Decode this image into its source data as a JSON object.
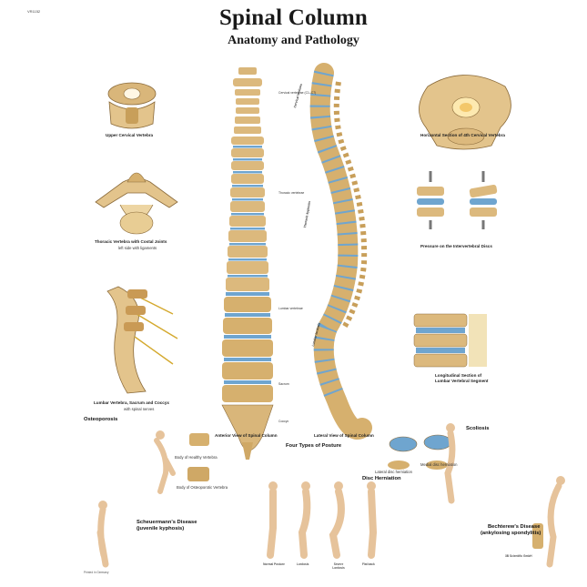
{
  "catalog": "VR1152",
  "title": "Spinal Column",
  "subtitle": "Anatomy and Pathology",
  "captions": {
    "upper_cervical": "Upper Cervical Vertebra",
    "thoracic_vertebra": "Thoracic Vertebra with Costal Joints",
    "thoracic_sub": "left side with ligaments",
    "lumbar_sacrum": "Lumbar Vertebra, Sacrum and Coccyx",
    "lumbar_sub": "with spinal nerves",
    "anterior": "Anterior View of Spinal Column",
    "lateral": "Lateral View of Spinal Column",
    "horizontal": "Horizontal Section of 4th Cervical Vertebra",
    "pressure": "Pressure on the Intervertebral Discs",
    "longitudinal": "Longitudinal Section of",
    "longitudinal2": "Lumbar Vertebral Segment",
    "healthy": "Body of Healthy Vertebra",
    "osteoporotic": "Body of Osteoporotic Vertebra",
    "lateral_disc": "Lateral disc herniation",
    "medial_disc": "Medial disc herniation"
  },
  "region_labels": {
    "cervical": "Cervical vertebrae (C1–C7)",
    "thoracic": "Thoracic vertebrae",
    "lumbar": "Lumbar vertebrae",
    "sacrum": "Sacrum",
    "coccyx": "Coccyx",
    "cervical_lordosis": "Cervical lordosis",
    "thoracic_kyphosis": "Thoracic kyphosis",
    "lumbar_lordosis": "Lumbar lordosis"
  },
  "sections": {
    "osteoporosis": "Osteoporosis",
    "four_types": "Four Types of Posture",
    "disc_herniation": "Disc Herniation",
    "scoliosis": "Scoliosis",
    "scheuermann": "Scheuermann's Disease",
    "scheuermann_sub": "(juvenile kyphosis)",
    "bechterew": "Bechterew's Disease",
    "bechterew_sub": "(ankylosing spondylitis)"
  },
  "postures": [
    "Normal Posture",
    "Lordosis",
    "Severe Lordosis",
    "Flat back"
  ],
  "publisher": "3B Scientific GmbH",
  "printed": "Printed in Germany"
}
